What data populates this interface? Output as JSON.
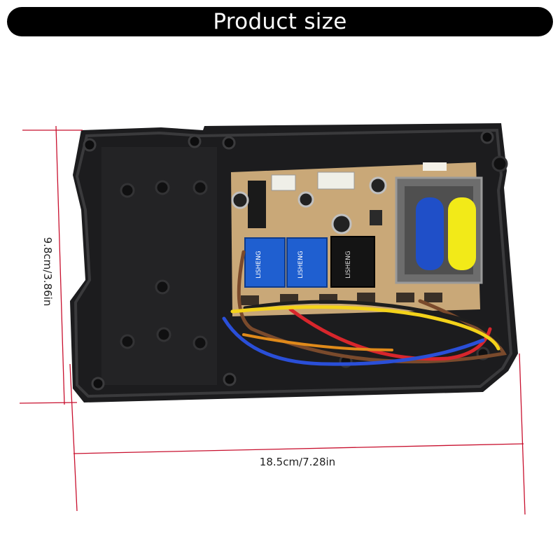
{
  "header": {
    "title": "Product size"
  },
  "dimensions": {
    "height_label": "9.8cm/3.86in",
    "width_label": "18.5cm/7.28in"
  },
  "product": {
    "relay_labels": [
      "LISHENG",
      "LISHENG",
      "LISHENG"
    ]
  },
  "colors": {
    "title_bar": "#000000",
    "title_text": "#ffffff",
    "measure_line": "#c8102e",
    "enclosure": "#1c1c1e",
    "pcb": "#c9a878",
    "relay_blue": "#1f5fd0",
    "relay_black": "#141414",
    "coil_blue": "#1f4fc8",
    "coil_yellow": "#f2ea18"
  }
}
